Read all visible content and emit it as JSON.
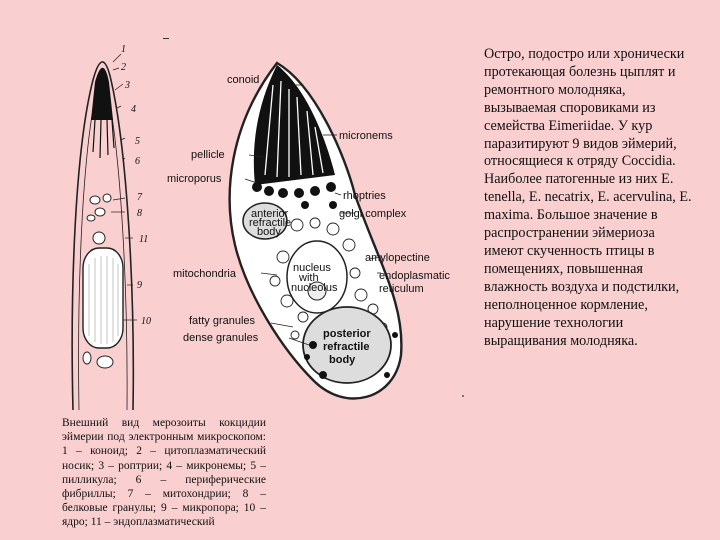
{
  "left_figure": {
    "numbers": [
      "1",
      "2",
      "3",
      "4",
      "5",
      "6",
      "7",
      "8",
      "11",
      "9",
      "10"
    ]
  },
  "right_figure": {
    "labels": {
      "conoid": "conoid",
      "micronems": "micronems",
      "pellicle": "pellicle",
      "microporus": "microporus",
      "rhoptries": "rhoptries",
      "anterior_body": "anterior refractile body",
      "golgi": "golgi complex",
      "nucleus": "nucleus with nucleolus",
      "amylopectine": "amylopectine",
      "mitochondria": "mitochondria",
      "er": "endoplasmatic reticulum",
      "fatty": "fatty granules",
      "dense": "dense granules",
      "posterior_body": "posterior refractile body"
    }
  },
  "caption": "Внешний вид мерозоиты кокцидии эймерии под электронным микроскопом: 1 – коноид; 2 – цитоплазматический носик; 3 – роптрии; 4 – микронемы; 5 – пилликула; 6 – периферические фибриллы; 7 – митохондрии; 8 – белковые гранулы; 9 – микропора; 10 – ядро; 11 – эндоплазматический",
  "body_text": "Остро, подостро или хронически протекающая болезнь цыплят и ремонтного молодняка, вызываемая споровиками из семейства Eimeriidae. У кур паразитируют 9 видов эймерий, относящиеся к отряду Coccidia. Наиболее патогенные из них E. tenella, E. necatrix, E. acervulina, E. maxima. Большое значение в распространении эймериоза имеют скученность птицы в помещениях, повышенная влажность воздуха и подстилки, неполноценное кормление, нарушение технологии выращивания молодняка."
}
